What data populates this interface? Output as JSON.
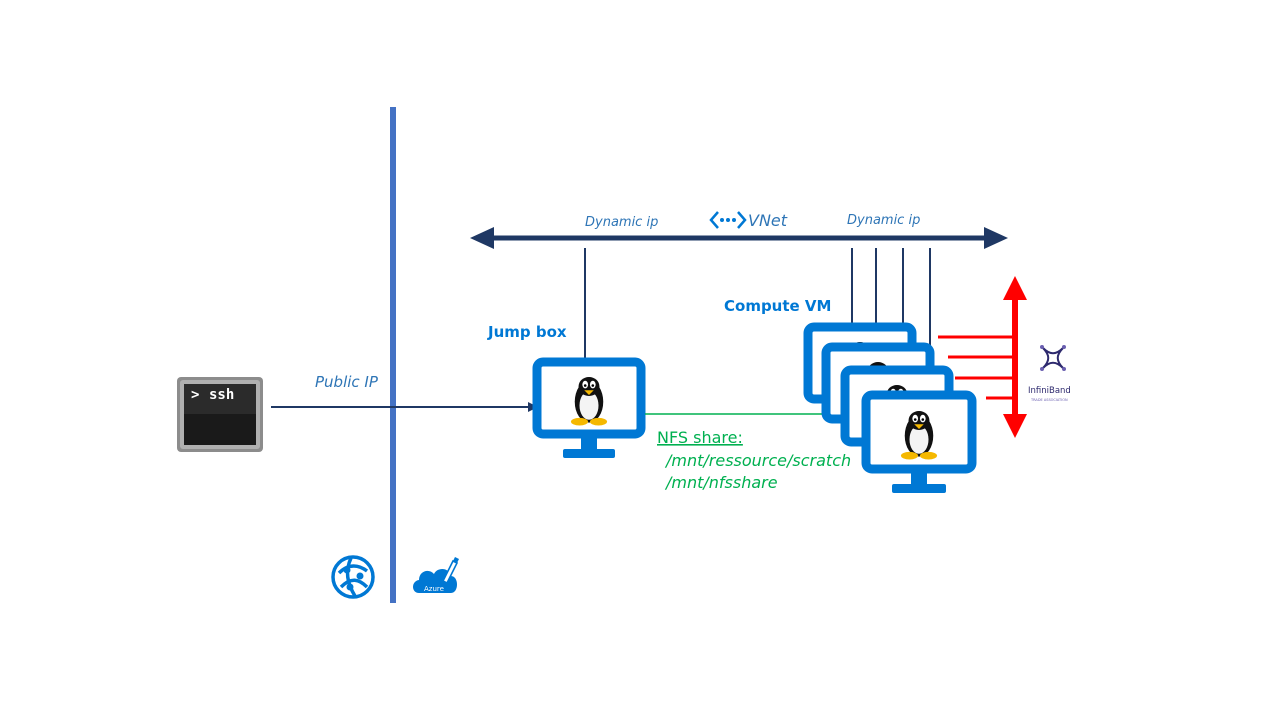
{
  "labels": {
    "vnet": "VNet",
    "dynamic_ip_left": "Dynamic ip",
    "dynamic_ip_right": "Dynamic ip",
    "public_ip": "Public IP",
    "jump_box": "Jump box",
    "compute_vm": "Compute VM",
    "ssh": "ssh",
    "nfs_title": "NFS share:",
    "nfs_path_1": "/mnt/ressource/scratch",
    "nfs_path_2": "/mnt/nfsshare",
    "infiniband": "InfiniBand",
    "infiniband_tag": "TRADE ASSOCIATION",
    "azure": "Azure"
  },
  "icons": {
    "terminal": "terminal-icon",
    "linux": "linux-penguin-icon",
    "vnet": "vnet-icon",
    "public_ip": "public-ip-globe-icon",
    "azure": "azure-cloud-icon",
    "infiniband": "infiniband-logo"
  },
  "colors": {
    "azure_blue": "#0078d4",
    "dark_navy": "#1f3864",
    "boundary_blue": "#4472c4",
    "nfs_green": "#00b050",
    "infiniband_red": "#ff0000",
    "label_blue": "#2e75b6"
  }
}
